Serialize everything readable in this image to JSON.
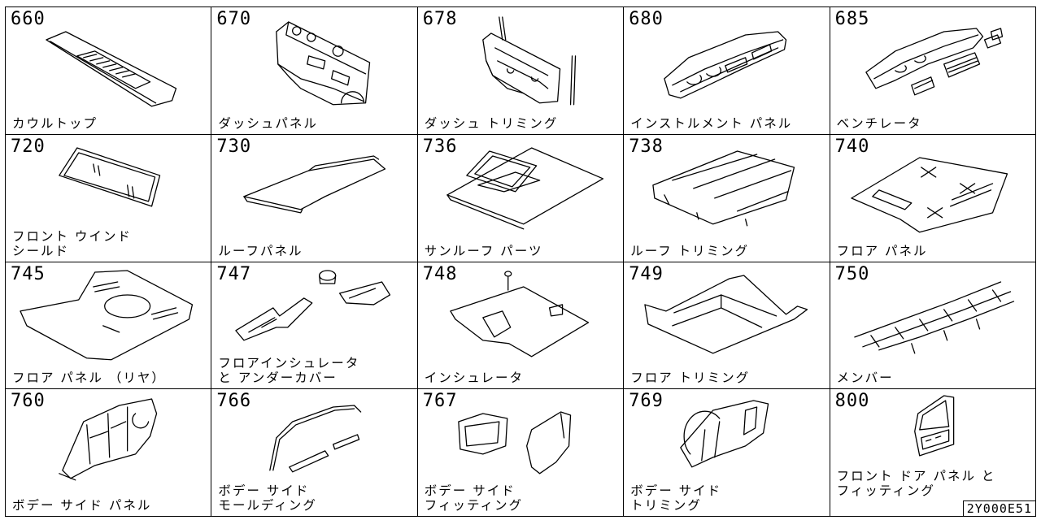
{
  "catalog": {
    "diagram_id": "2Y000E51",
    "parts": [
      {
        "code": "660",
        "name": "カウルトップ",
        "icon": "cowl-top-icon"
      },
      {
        "code": "670",
        "name": "ダッシュパネル",
        "icon": "dash-panel-icon"
      },
      {
        "code": "678",
        "name": "ダッシュ トリミング",
        "icon": "dash-trimming-icon"
      },
      {
        "code": "680",
        "name": "インストルメント パネル",
        "icon": "instrument-panel-icon"
      },
      {
        "code": "685",
        "name": "ベンチレータ",
        "icon": "ventilator-icon"
      },
      {
        "code": "720",
        "name": "フロント ウインド\nシールド",
        "icon": "windshield-icon"
      },
      {
        "code": "730",
        "name": "ルーフパネル",
        "icon": "roof-panel-icon"
      },
      {
        "code": "736",
        "name": "サンルーフ パーツ",
        "icon": "sunroof-icon"
      },
      {
        "code": "738",
        "name": "ルーフ トリミング",
        "icon": "roof-trimming-icon"
      },
      {
        "code": "740",
        "name": "フロア パネル",
        "icon": "floor-panel-icon"
      },
      {
        "code": "745",
        "name": "フロア パネル （リヤ）",
        "icon": "rear-floor-panel-icon"
      },
      {
        "code": "747",
        "name": "フロアインシュレータ\nと アンダーカバー",
        "icon": "floor-insulator-icon"
      },
      {
        "code": "748",
        "name": "インシュレータ",
        "icon": "insulator-icon"
      },
      {
        "code": "749",
        "name": "フロア トリミング",
        "icon": "floor-trimming-icon"
      },
      {
        "code": "750",
        "name": "メンバー",
        "icon": "member-frame-icon"
      },
      {
        "code": "760",
        "name": "ボデー サイド パネル",
        "icon": "body-side-panel-icon"
      },
      {
        "code": "766",
        "name": "ボデー サイド\nモールディング",
        "icon": "side-molding-icon"
      },
      {
        "code": "767",
        "name": "ボデー サイド\nフィッティング",
        "icon": "side-fitting-icon"
      },
      {
        "code": "769",
        "name": "ボデー サイド\nトリミング",
        "icon": "side-trimming-icon"
      },
      {
        "code": "800",
        "name": "フロント ドア パネル と\nフィッティング",
        "icon": "front-door-icon"
      }
    ]
  }
}
